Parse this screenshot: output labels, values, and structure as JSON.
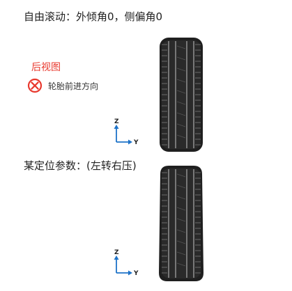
{
  "top": {
    "title": "自由滚动：外倾角0，侧偏角0",
    "legend_title": "后视图",
    "legend_text": "轮胎前进方向",
    "axes": {
      "z": "Z",
      "y": "Y"
    }
  },
  "bottom": {
    "title": "某定位参数：(左转右压)",
    "axes": {
      "z": "Z",
      "y": "Y"
    }
  },
  "colors": {
    "accent": "#e8382d",
    "axis": "#1e73c8",
    "tire": "#1f1f1f"
  }
}
